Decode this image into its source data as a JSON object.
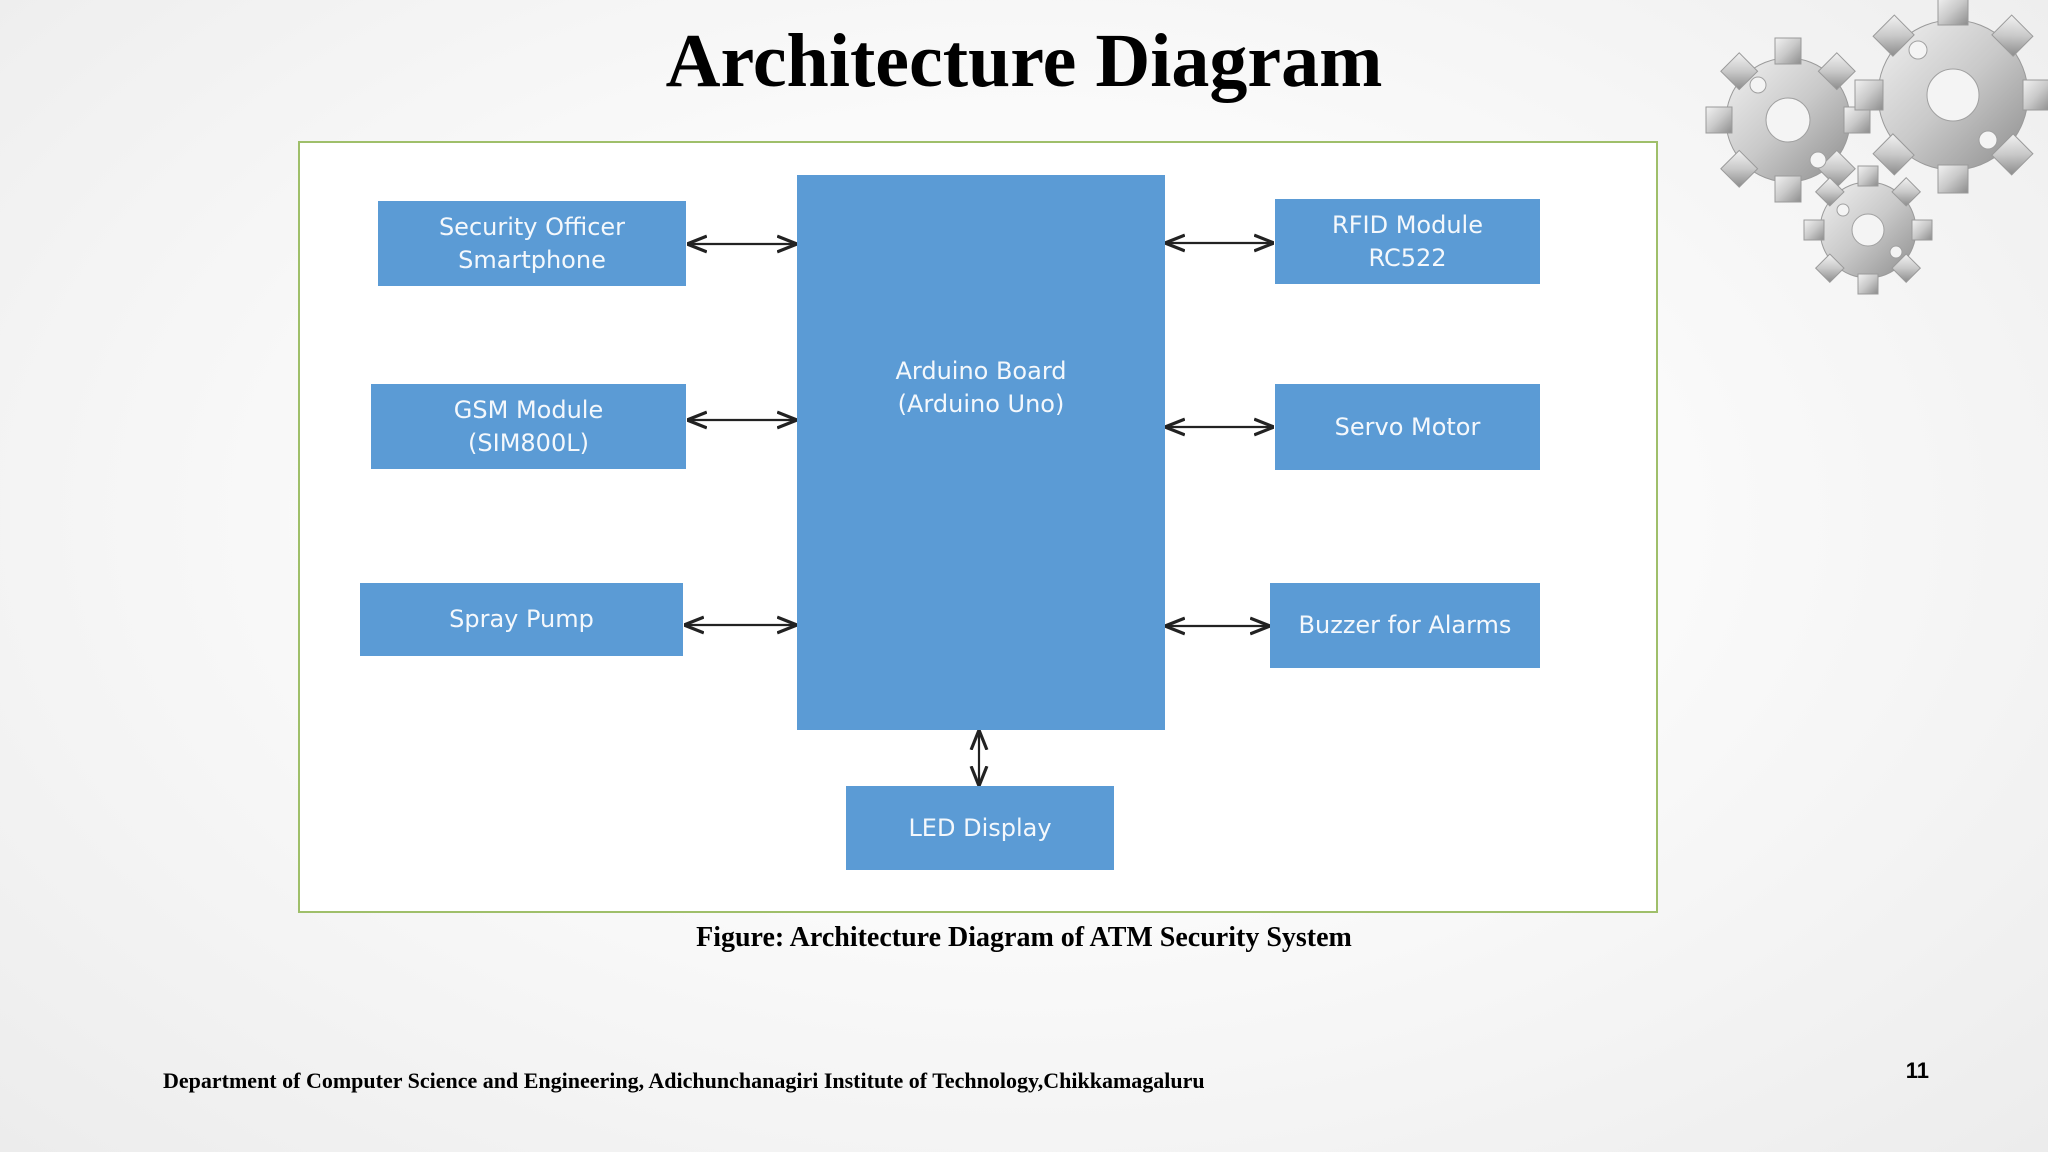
{
  "slide": {
    "title": "Architecture Diagram",
    "caption": "Figure: Architecture Diagram of ATM Security System",
    "footer": "Department of Computer Science and Engineering, Adichunchanagiri Institute of Technology,Chikkamagaluru",
    "page_number": "11"
  },
  "diagram": {
    "blocks": {
      "security_officer": "Security Officer\nSmartphone",
      "gsm": "GSM Module\n(SIM800L)",
      "spray_pump": "Spray Pump",
      "arduino": "Arduino Board\n(Arduino Uno)",
      "rfid": "RFID Module\nRC522",
      "servo": "Servo Motor",
      "buzzer": "Buzzer for Alarms",
      "led": "LED Display"
    },
    "connections": [
      {
        "from": "Security Officer Smartphone",
        "to": "Arduino Board (Arduino Uno)",
        "type": "bidirectional"
      },
      {
        "from": "GSM Module (SIM800L)",
        "to": "Arduino Board (Arduino Uno)",
        "type": "bidirectional"
      },
      {
        "from": "Spray Pump",
        "to": "Arduino Board (Arduino Uno)",
        "type": "bidirectional"
      },
      {
        "from": "Arduino Board (Arduino Uno)",
        "to": "RFID Module RC522",
        "type": "bidirectional"
      },
      {
        "from": "Arduino Board (Arduino Uno)",
        "to": "Servo Motor",
        "type": "bidirectional"
      },
      {
        "from": "Arduino Board (Arduino Uno)",
        "to": "Buzzer for Alarms",
        "type": "bidirectional"
      },
      {
        "from": "Arduino Board (Arduino Uno)",
        "to": "LED Display",
        "type": "bidirectional"
      }
    ],
    "colors": {
      "block": "#5b9bd5",
      "frame_border": "#9fbf6a",
      "arrow": "#222222"
    }
  },
  "decoration": {
    "icon": "gears-icon"
  }
}
